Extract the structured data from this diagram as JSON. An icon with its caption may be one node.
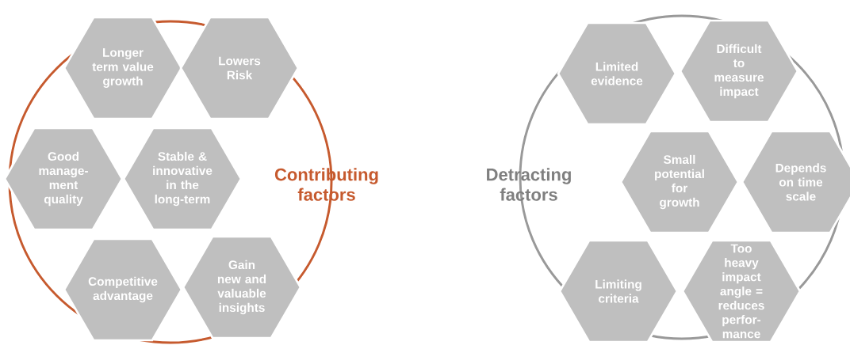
{
  "diagram": {
    "nodes": [
      {
        "text": [
          "Longer term value growth"
        ]
      },
      {
        "text": [
          "Lowers Risk"
        ]
      },
      {
        "text": [
          "Good manage-ment quality"
        ]
      },
      {
        "text": [
          "Stable & innovative in the long-term"
        ]
      },
      {
        "text": [
          "Competitive advantage"
        ]
      },
      {
        "text": [
          "Gain new and valuable insights"
        ]
      },
      {
        "text": [
          "Limited evidence"
        ]
      },
      {
        "text": [
          "Difficult to measure impact"
        ]
      },
      {
        "text": [
          "Small potential for growth"
        ]
      },
      {
        "text": [
          "Depends on time scale"
        ]
      },
      {
        "text": [
          "Limiting criteria"
        ]
      },
      {
        "text": [
          "Too heavy impact angle = reduces perfor-mance"
        ]
      }
    ],
    "labels": [
      "Contributing factors",
      "Detracting factors"
    ]
  }
}
